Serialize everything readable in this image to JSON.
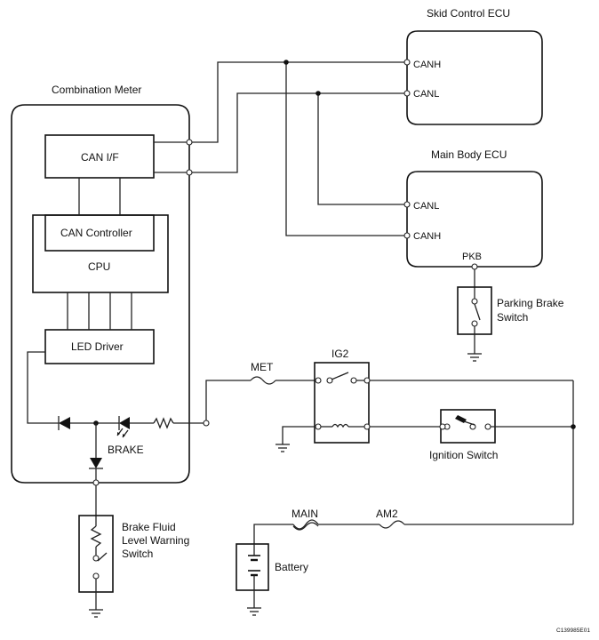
{
  "labels": {
    "skid_ecu": "Skid Control ECU",
    "main_body_ecu": "Main Body ECU",
    "combination_meter": "Combination Meter",
    "can_if": "CAN I/F",
    "can_controller": "CAN Controller",
    "cpu": "CPU",
    "led_driver": "LED Driver",
    "brake": "BRAKE",
    "skid_canh": "CANH",
    "skid_canl": "CANL",
    "mb_canl": "CANL",
    "mb_canh": "CANH",
    "pkb": "PKB",
    "parking_brake_switch_1": "Parking Brake",
    "parking_brake_switch_2": "Switch",
    "met": "MET",
    "ig2": "IG2",
    "ignition_switch": "Ignition Switch",
    "main": "MAIN",
    "am2": "AM2",
    "battery": "Battery",
    "brake_fluid_1": "Brake Fluid",
    "brake_fluid_2": "Level Warning",
    "brake_fluid_3": "Switch",
    "figure_code": "C139985E01"
  }
}
